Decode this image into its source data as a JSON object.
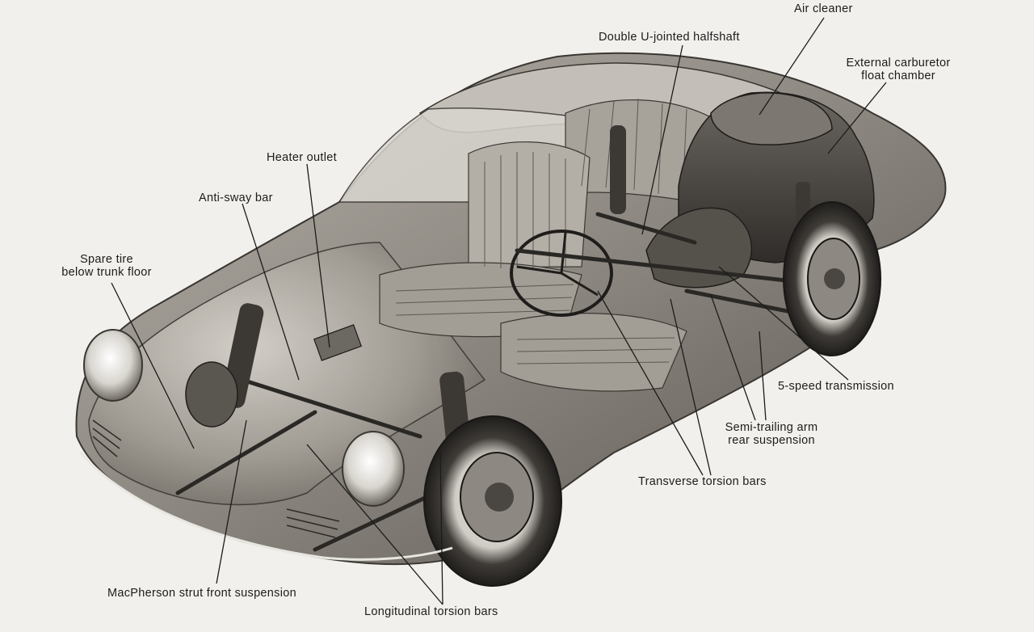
{
  "labels": {
    "air_cleaner": "Air cleaner",
    "double_u_jointed_halfshaft": "Double U-jointed halfshaft",
    "external_carburetor_float_chamber": [
      "External carburetor",
      "float chamber"
    ],
    "heater_outlet": "Heater outlet",
    "anti_sway_bar": "Anti-sway bar",
    "spare_tire_below_trunk_floor": [
      "Spare tire",
      "below trunk floor"
    ],
    "five_speed_transmission": "5-speed transmission",
    "semi_trailing_arm_rear_suspension": [
      "Semi-trailing arm",
      "rear suspension"
    ],
    "transverse_torsion_bars": "Transverse torsion bars",
    "macpherson_strut_front_suspension": "MacPherson strut front suspension",
    "longitudinal_torsion_bars": "Longitudinal torsion bars"
  },
  "colors": {
    "paper": "#f1f0ec",
    "ink": "#1c1c1c",
    "body_shade": "#8a8680",
    "body_light": "#c9c5be",
    "body_dark": "#4a4641"
  }
}
